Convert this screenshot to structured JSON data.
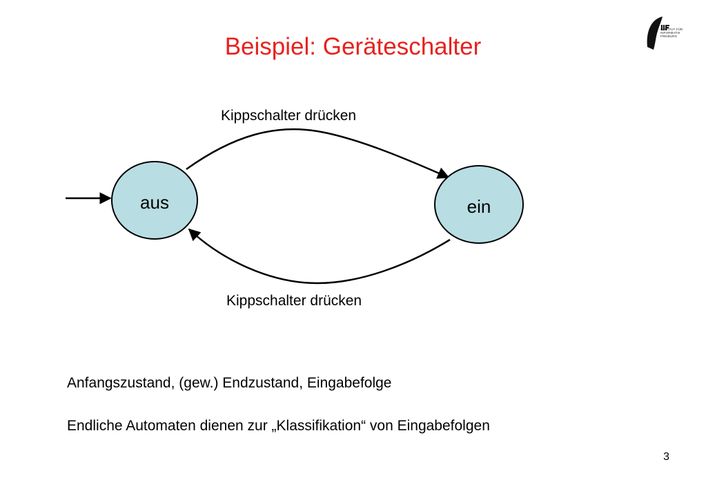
{
  "slide": {
    "title": "Beispiel: Geräteschalter",
    "page_number": "3"
  },
  "logo": {
    "lines": [
      "INSTITUT FÜR",
      "INFORMATIK",
      "FREIBURG"
    ]
  },
  "diagram": {
    "states": [
      {
        "id": "aus",
        "label": "aus",
        "initial": true
      },
      {
        "id": "ein",
        "label": "ein",
        "initial": false
      }
    ],
    "transitions": [
      {
        "from": "aus",
        "to": "ein",
        "label": "Kippschalter drücken"
      },
      {
        "from": "ein",
        "to": "aus",
        "label": "Kippschalter drücken"
      }
    ],
    "state_fill": "#b8dde3",
    "line_color": "#000000"
  },
  "body": {
    "line1": "Anfangszustand, (gew.) Endzustand, Eingabefolge",
    "line2": "Endliche Automaten dienen zur „Klassifikation“ von Eingabefolgen"
  },
  "colors": {
    "title": "#e8211d",
    "background": "#ffffff"
  }
}
